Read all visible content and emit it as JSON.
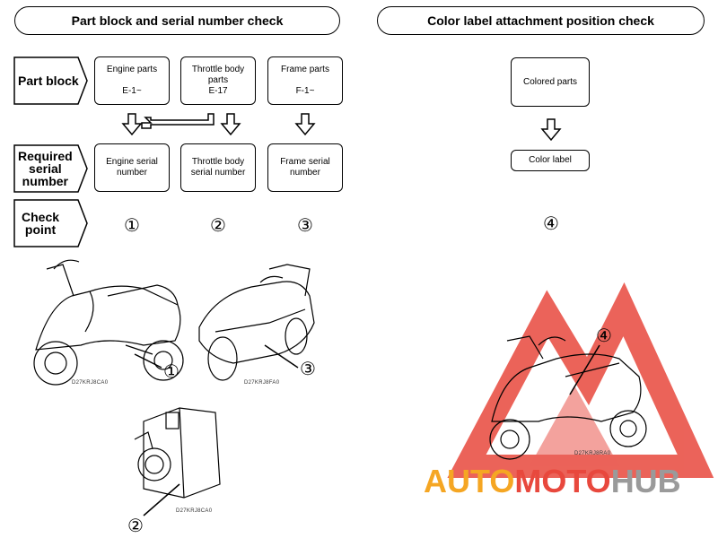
{
  "left_section": {
    "title": "Part block and serial number check",
    "part_block_label": "Part block",
    "required_label": "Required\nserial\nnumber",
    "check_label": "Check\npoint",
    "part_blocks": [
      {
        "text": "Engine parts\n\nE-1~"
      },
      {
        "text": "Throttle body\nparts\nE-17"
      },
      {
        "text": "Frame parts\n\nF-1~"
      }
    ],
    "serials": [
      {
        "text": "Engine serial\nnumber"
      },
      {
        "text": "Throttle body\nserial number"
      },
      {
        "text": "Frame serial\nnumber"
      }
    ],
    "check_points": [
      "①",
      "②",
      "③"
    ],
    "figures": [
      {
        "callout": "①",
        "code": "D27KRJ8CA0"
      },
      {
        "callout": "③",
        "code": "D27KRJ8FA0"
      },
      {
        "callout": "②",
        "code": "D27KRJ8CA0"
      }
    ]
  },
  "right_section": {
    "title": "Color label attachment position check",
    "colored_parts": "Colored parts",
    "color_label": "Color label",
    "check_point": "④",
    "figure": {
      "callout": "④",
      "code": "D27KRJ8RA0"
    }
  },
  "watermark": {
    "text_auto": "AUTO",
    "text_moto": "MOTO",
    "text_hub": "HUB",
    "color_orange": "#f5a623",
    "color_red": "#e8483d",
    "color_gray": "#9a9a9a"
  }
}
